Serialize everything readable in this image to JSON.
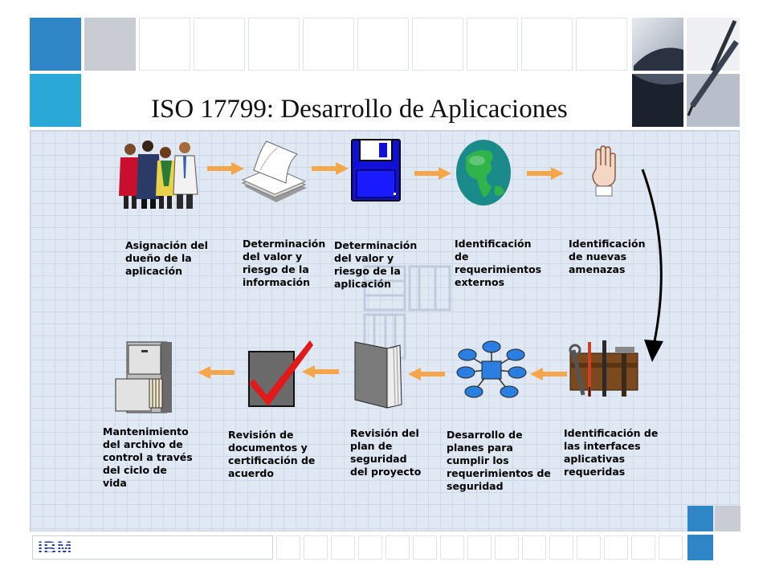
{
  "slide": {
    "title": "ISO 17799: Desarrollo de Aplicaciones",
    "brand": "IBM",
    "accent_colors": {
      "blue": "#2f86c6",
      "aqua": "#2aa8d8",
      "grey": "#c9ccd2",
      "arrow": "#f5a64a",
      "panel": "#dfe8f3"
    }
  },
  "steps_top": [
    {
      "label": "Asignación del\ndueño de la\naplicación",
      "icon": "people-icon"
    },
    {
      "label": "Determinación\ndel valor y\nriesgo de la\ninformación",
      "icon": "paper-stack-icon"
    },
    {
      "label": "Determinación\ndel valor y\nriesgo de la\naplicación",
      "icon": "floppy-disk-icon"
    },
    {
      "label": "Identificación\nde\nrequerimientos\nexternos",
      "icon": "globe-icon"
    },
    {
      "label": "Identificación\nde nuevas\namenazas",
      "icon": "stop-hand-icon"
    }
  ],
  "steps_bottom": [
    {
      "label": "Identificación de\nlas interfaces\naplicativas\nrequeridas",
      "icon": "toolbox-icon"
    },
    {
      "label": "Desarrollo de\nplanes para\ncumplir los\nrequerimientos de\nseguridad",
      "icon": "network-diagram-icon"
    },
    {
      "label": "Revisión del\nplan de\nseguridad\ndel proyecto",
      "icon": "book-icon"
    },
    {
      "label": "Revisión de\ndocumentos y\ncertificación de\nacuerdo",
      "icon": "checkmark-icon"
    },
    {
      "label": "Mantenimiento\ndel archivo de\ncontrol a través\ndel ciclo de\nvida",
      "icon": "filing-cabinet-icon"
    }
  ]
}
